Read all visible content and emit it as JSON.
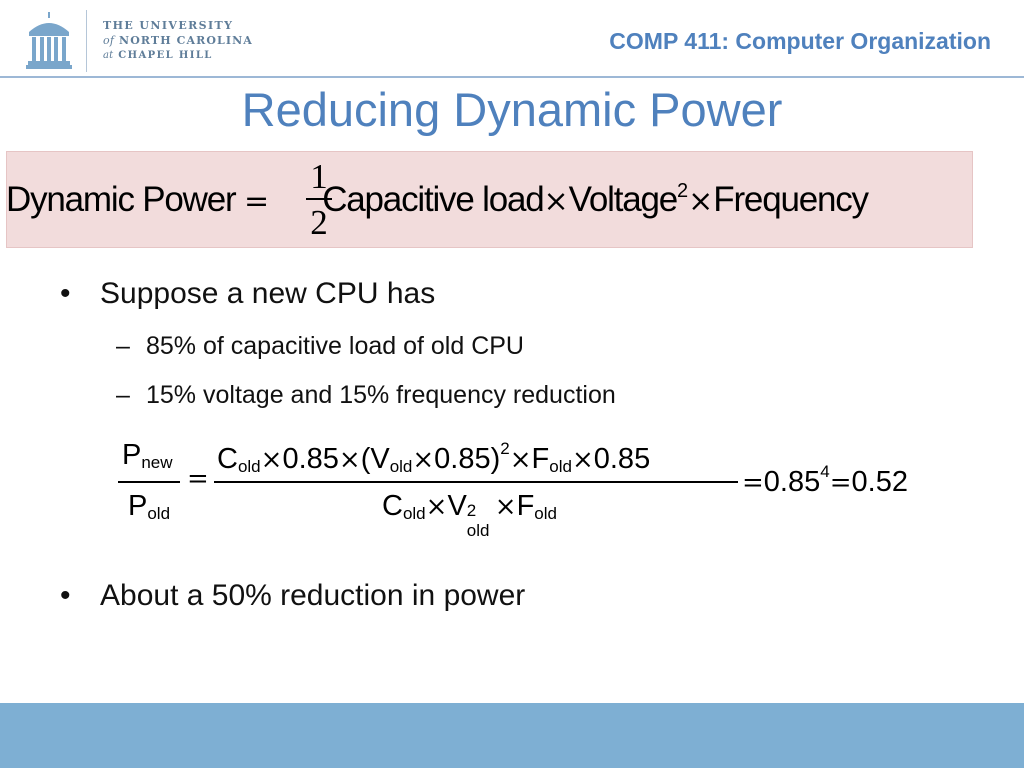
{
  "header": {
    "logo_line1": "THE UNIVERSITY",
    "logo_line2_italic": "of",
    "logo_line2": "NORTH CAROLINA",
    "logo_line3_italic": "at",
    "logo_line3": "CHAPEL HILL",
    "logo_icon": "old-well-icon",
    "course": "COMP 411: Computer Organization"
  },
  "slide": {
    "title": "Reducing Dynamic Power"
  },
  "formula": {
    "lhs": "Dynamic Power",
    "eq": "=",
    "half_num": "1",
    "half_den": "2",
    "term1": "Capacitive load",
    "times": "×",
    "term2": "Voltage",
    "exp": "2",
    "term3": "Frequency"
  },
  "bullets": {
    "b1": "Suppose a new CPU has",
    "b2": "85% of capacitive load of old CPU",
    "b3": "15% voltage and 15% frequency reduction",
    "b4": "About a 50% reduction in power",
    "dot": "•",
    "dash": "–"
  },
  "equation": {
    "p": "P",
    "new": "new",
    "old": "old",
    "c": "C",
    "v": "V",
    "f": "F",
    "v2": "2",
    "eq": "=",
    "times": "×",
    "num_c_factor": "0.85",
    "num_v_open": "(V",
    "num_v_close": "0.85)",
    "num_f_factor": "0.85",
    "result_base": "0.85",
    "result_exp": "4",
    "result_value": "0.52"
  }
}
